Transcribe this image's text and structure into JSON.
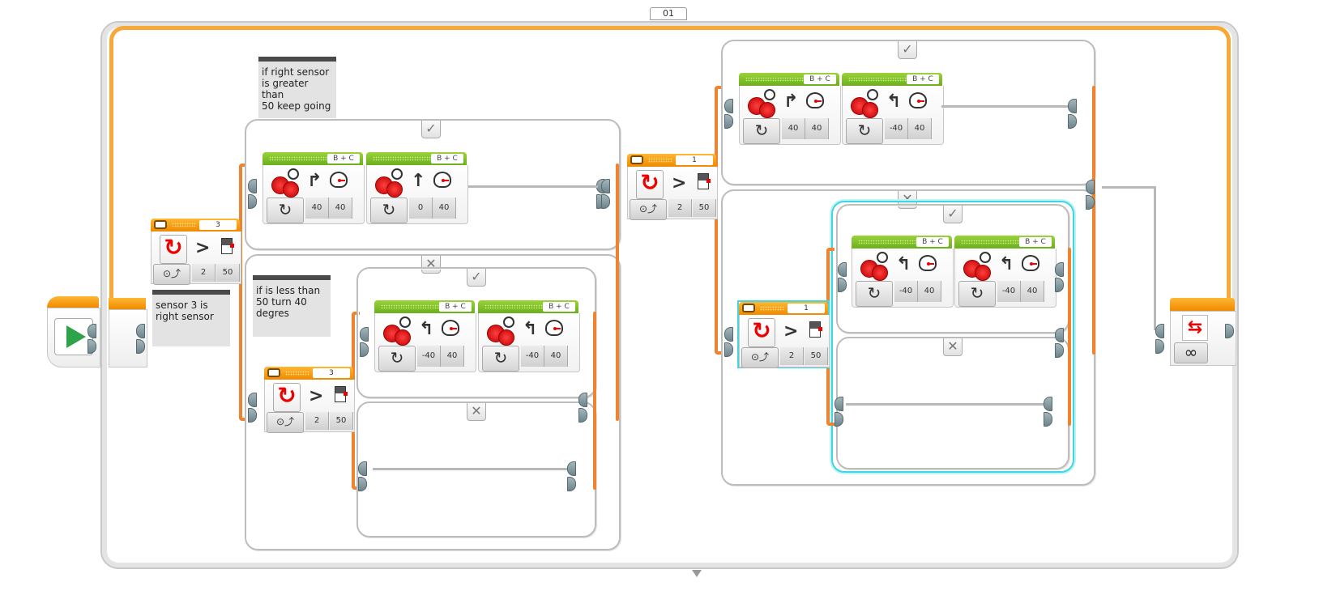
{
  "loop": {
    "name_tag": "01",
    "count_mode": "∞",
    "icon": "loop-arrows-icon"
  },
  "start": {
    "icon": "play-icon"
  },
  "comments": [
    {
      "text": "if right sensor\nis greater than\n50 keep going"
    },
    {
      "text": "sensor 3 is\nright sensor"
    },
    {
      "text": "if is less than\n50 turn 40\ndegres"
    }
  ],
  "switches": [
    {
      "port": "3",
      "comparison": ">",
      "compare_type": "2",
      "threshold": "50",
      "sensor_icon": "color-sensor-icon",
      "mode_icon": "compare-mode-icon"
    },
    {
      "port": "3",
      "comparison": ">",
      "compare_type": "2",
      "threshold": "50",
      "sensor_icon": "color-sensor-icon",
      "mode_icon": "compare-mode-icon"
    },
    {
      "port": "1",
      "comparison": ">",
      "compare_type": "2",
      "threshold": "50",
      "sensor_icon": "color-sensor-icon",
      "mode_icon": "compare-mode-icon"
    },
    {
      "port": "1",
      "comparison": ">",
      "compare_type": "2",
      "threshold": "50",
      "sensor_icon": "color-sensor-icon",
      "mode_icon": "compare-mode-icon"
    }
  ],
  "case_labels": {
    "true": "✓",
    "false": "✕"
  },
  "move_blocks": [
    {
      "ports": "B + C",
      "direction": "↱",
      "steering": "40",
      "power": "40"
    },
    {
      "ports": "B + C",
      "direction": "↑",
      "steering": "0",
      "power": "40"
    },
    {
      "ports": "B + C",
      "direction": "↰",
      "steering": "-40",
      "power": "40"
    },
    {
      "ports": "B + C",
      "direction": "↰",
      "steering": "-40",
      "power": "40"
    },
    {
      "ports": "B + C",
      "direction": "↱",
      "steering": "40",
      "power": "40"
    },
    {
      "ports": "B + C",
      "direction": "↰",
      "steering": "-40",
      "power": "40"
    },
    {
      "ports": "B + C",
      "direction": "↰",
      "steering": "-40",
      "power": "40"
    },
    {
      "ports": "B + C",
      "direction": "↰",
      "steering": "-40",
      "power": "40"
    }
  ],
  "mode_symbol": "↻",
  "loop_icon_symbol": "⇆",
  "sensor_symbol": "↻",
  "mode2_symbol": "⊙⤴"
}
